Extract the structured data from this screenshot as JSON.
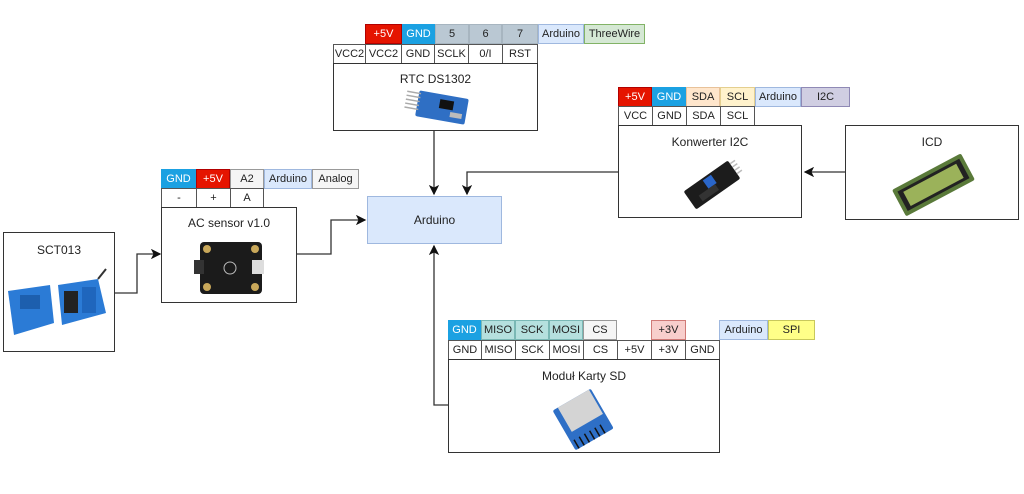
{
  "nodes": {
    "arduino": {
      "label": "Arduino"
    },
    "rtc": {
      "label": "RTC DS1302",
      "image": "rtc-module-image"
    },
    "i2c": {
      "label": "Konwerter I2C",
      "image": "i2c-converter-image"
    },
    "lcd": {
      "label": "ICD",
      "image": "lcd-display-image"
    },
    "ac_sensor": {
      "label": "AC sensor v1.0",
      "image": "ac-sensor-board-image"
    },
    "sct013": {
      "label": "SCT013",
      "image": "current-clamp-image"
    },
    "sd": {
      "label": "Moduł Karty SD",
      "image": "sd-card-module-image"
    }
  },
  "rtc_pins": {
    "arduino_row": [
      "+5V",
      "GND",
      "5",
      "6",
      "7"
    ],
    "tags": [
      "Arduino",
      "ThreeWire"
    ],
    "module_row": [
      "VCC2",
      "VCC2",
      "GND",
      "SCLK",
      "0/I",
      "RST"
    ]
  },
  "i2c_pins": {
    "arduino_row": [
      "+5V",
      "GND",
      "SDA",
      "SCL"
    ],
    "tags": [
      "Arduino",
      "I2C"
    ],
    "module_row": [
      "VCC",
      "GND",
      "SDA",
      "SCL"
    ]
  },
  "ac_pins": {
    "arduino_row": [
      "GND",
      "+5V",
      "A2"
    ],
    "tags": [
      "Arduino",
      "Analog"
    ],
    "module_row": [
      "-",
      "+",
      "A"
    ]
  },
  "sd_pins": {
    "arduino_row": [
      "GND",
      "MISO",
      "SCK",
      "MOSI",
      "CS",
      "",
      "+3V",
      ""
    ],
    "tags": [
      "Arduino",
      "SPI"
    ],
    "module_row": [
      "GND",
      "MISO",
      "SCK",
      "MOSI",
      "CS",
      "+5V",
      "+3V",
      "GND"
    ]
  },
  "colors": {
    "vcc": "#e51400",
    "gnd": "#1ba1e2",
    "digital": "#bac8d3",
    "arduino_tag": "#dae8fc",
    "threewire_tag": "#d5e8d4",
    "sda": "#ffe6cc",
    "scl": "#fff2cc",
    "i2c_tag": "#d0cee2",
    "spi_data": "#b5e0de",
    "v3": "#f8cecc",
    "spi_tag": "#ffff88"
  }
}
